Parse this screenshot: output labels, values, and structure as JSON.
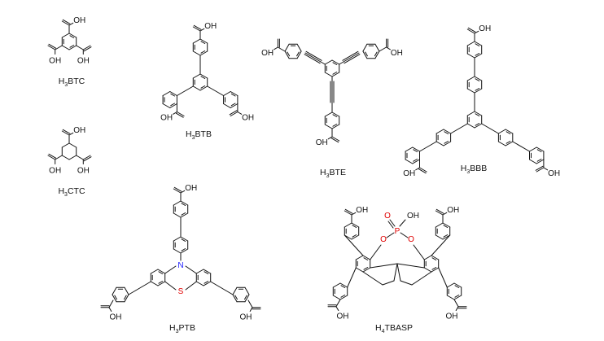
{
  "atoms": {
    "acid": "OH",
    "n": "N",
    "s": "S",
    "p": "P",
    "o": "O"
  },
  "colors": {
    "bond": "#111111",
    "nitrogen": "#1a1aff",
    "sulfur": "#e00000",
    "phosphorus": "#e00000",
    "oxygen": "#e00000"
  },
  "molecules": [
    {
      "id": "h3btc",
      "pre": "H",
      "sub": "3",
      "post": "BTC"
    },
    {
      "id": "h3btb",
      "pre": "H",
      "sub": "3",
      "post": "BTB"
    },
    {
      "id": "h3bte",
      "pre": "H",
      "sub": "3",
      "post": "BTE"
    },
    {
      "id": "h3bbb",
      "pre": "H",
      "sub": "3",
      "post": "BBB"
    },
    {
      "id": "h3ctc",
      "pre": "H",
      "sub": "3",
      "post": "CTC"
    },
    {
      "id": "h3ptb",
      "pre": "H",
      "sub": "3",
      "post": "PTB"
    },
    {
      "id": "h4tbasp",
      "pre": "H",
      "sub": "4",
      "post": "TBASP"
    }
  ]
}
